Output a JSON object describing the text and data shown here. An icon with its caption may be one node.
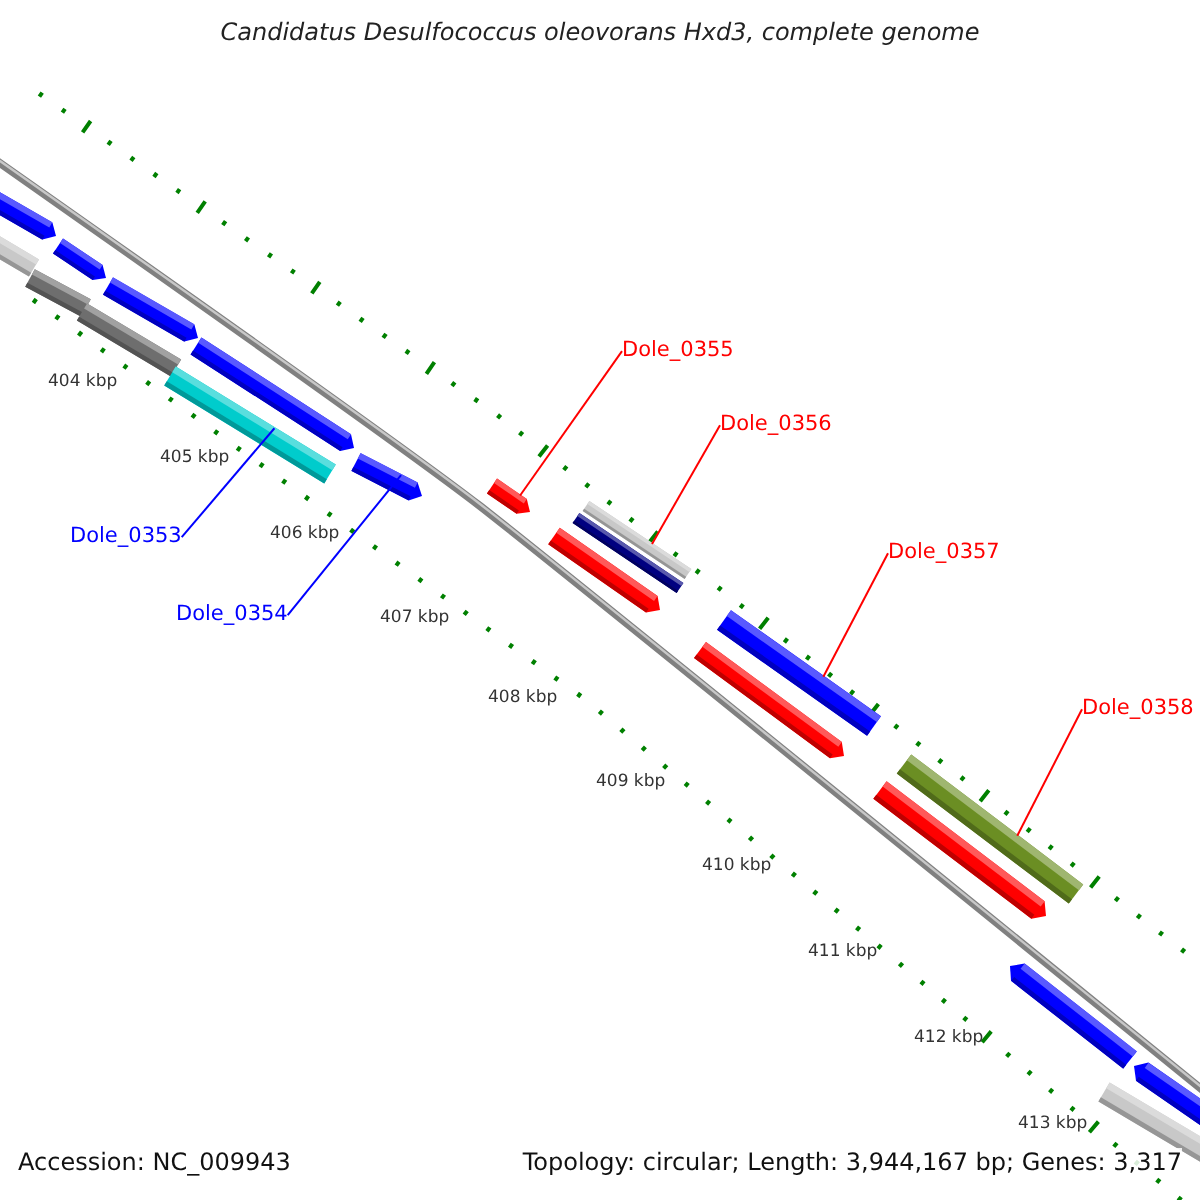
{
  "diagram": {
    "title": "Candidatus Desulfococcus oleovorans Hxd3, complete genome",
    "nodes": [
      {
        "text": [
          "Dole_0353"
        ]
      },
      {
        "text": [
          "Dole_0354"
        ]
      },
      {
        "text": [
          "Dole_0355"
        ]
      },
      {
        "text": [
          "Dole_0356"
        ]
      },
      {
        "text": [
          "Dole_0357"
        ]
      },
      {
        "text": [
          "Dole_0358"
        ]
      },
      {
        "text": [],
        "shape": "bar"
      },
      {
        "text": [],
        "shape": "bar"
      },
      {
        "text": [],
        "shape": "bar"
      },
      {
        "text": [],
        "shape": "bar"
      },
      {
        "text": [],
        "shape": "bar"
      },
      {
        "text": [],
        "shape": "bar"
      },
      {
        "text": [],
        "shape": "bar"
      },
      {
        "text": [],
        "shape": "bar"
      },
      {
        "text": [],
        "shape": "bar"
      },
      {
        "text": [],
        "shape": "bar"
      },
      {
        "text": [],
        "shape": "bar"
      },
      {
        "text": [],
        "shape": "bar"
      },
      {
        "text": [],
        "shape": "bar"
      },
      {
        "text": [],
        "shape": "bar"
      },
      {
        "text": [],
        "shape": "bar"
      },
      {
        "text": [],
        "shape": "bar"
      },
      {
        "text": [],
        "shape": "bar"
      },
      {
        "text": [],
        "shape": "bar"
      },
      {
        "text": [],
        "shape": "bar"
      }
    ],
    "edges": [
      {
        "from": 0,
        "to": 12,
        "arrow": "none",
        "color": "#0000ff"
      },
      {
        "from": 1,
        "to": 14,
        "arrow": "none",
        "color": "#0000ff"
      },
      {
        "from": 2,
        "to": 15,
        "arrow": "none"
      },
      {
        "from": 3,
        "to": 17,
        "arrow": "none"
      },
      {
        "from": 4,
        "to": 19,
        "arrow": "none"
      },
      {
        "from": 5,
        "to": 21,
        "arrow": "none"
      }
    ],
    "labels": [
      "404 kbp",
      "405 kbp",
      "406 kbp",
      "407 kbp",
      "408 kbp",
      "409 kbp",
      "410 kbp",
      "411 kbp",
      "412 kbp",
      "413 kbp",
      "Accession: NC_009943",
      "Topology: circular; Length: 3,944,167 bp; Genes: 3,317"
    ]
  }
}
